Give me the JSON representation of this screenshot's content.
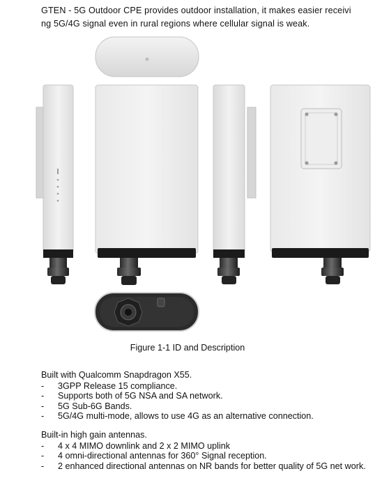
{
  "intro": {
    "line1": "GTEN - 5G Outdoor CPE provides outdoor installation, it makes easier receivi",
    "line2": "ng 5G/4G signal even in rural regions where cellular signal is weak."
  },
  "figure": {
    "caption": "Figure 1-1 ID and Description"
  },
  "section1": {
    "heading": "Built with Qualcomm Snapdragon X55.",
    "items": [
      "3GPP Release 15 compliance.",
      "Supports both of 5G NSA and SA network.",
      "5G Sub-6G Bands.",
      "5G/4G multi-mode, allows to use 4G as an alternative connection."
    ]
  },
  "section2": {
    "heading": "Built-in high gain antennas.",
    "items": [
      "4 x 4 MIMO downlink and 2 x 2 MIMO uplink",
      "4 omni-directional antennas for 360° Signal reception.",
      "2 enhanced directional antennas on NR bands for better quality of 5G net work."
    ]
  },
  "bullet_marker": "-"
}
